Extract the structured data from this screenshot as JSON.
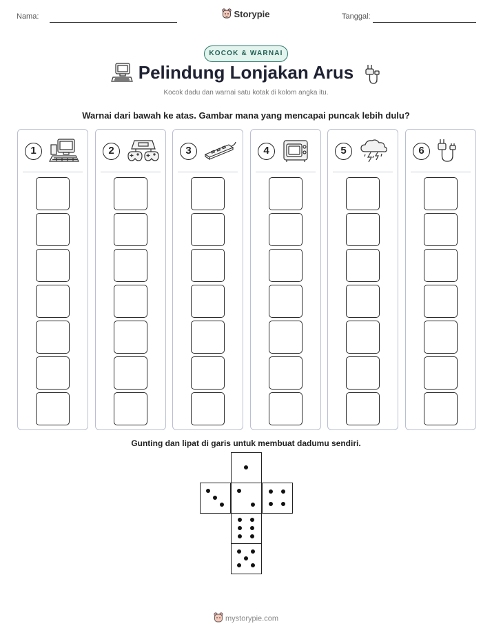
{
  "header": {
    "name_label": "Nama:",
    "date_label": "Tanggal:",
    "brand": "Storypie"
  },
  "tag": "KOCOK & WARNAI",
  "title": "Pelindung Lonjakan Arus",
  "subtitle": "Kocok dadu dan warnai satu kotak di kolom angka itu.",
  "instruction": "Warnai dari bawah ke atas. Gambar mana yang mencapai puncak lebih dulu?",
  "columns": [
    {
      "number": "1",
      "icon": "computer-icon"
    },
    {
      "number": "2",
      "icon": "game-console-icon"
    },
    {
      "number": "3",
      "icon": "power-strip-icon"
    },
    {
      "number": "4",
      "icon": "microwave-icon"
    },
    {
      "number": "5",
      "icon": "storm-cloud-icon"
    },
    {
      "number": "6",
      "icon": "plug-icon"
    }
  ],
  "boxes_per_column": 7,
  "cut_instruction": "Gunting dan lipat di garis untuk membuat dadumu sendiri.",
  "dice_faces": [
    1,
    3,
    2,
    4,
    6,
    5
  ],
  "footer": "mystorypie.com",
  "colors": {
    "accent": "#2c7a6b",
    "tag_bg": "#e3f3ee",
    "column_border": "#b9bfd2"
  }
}
